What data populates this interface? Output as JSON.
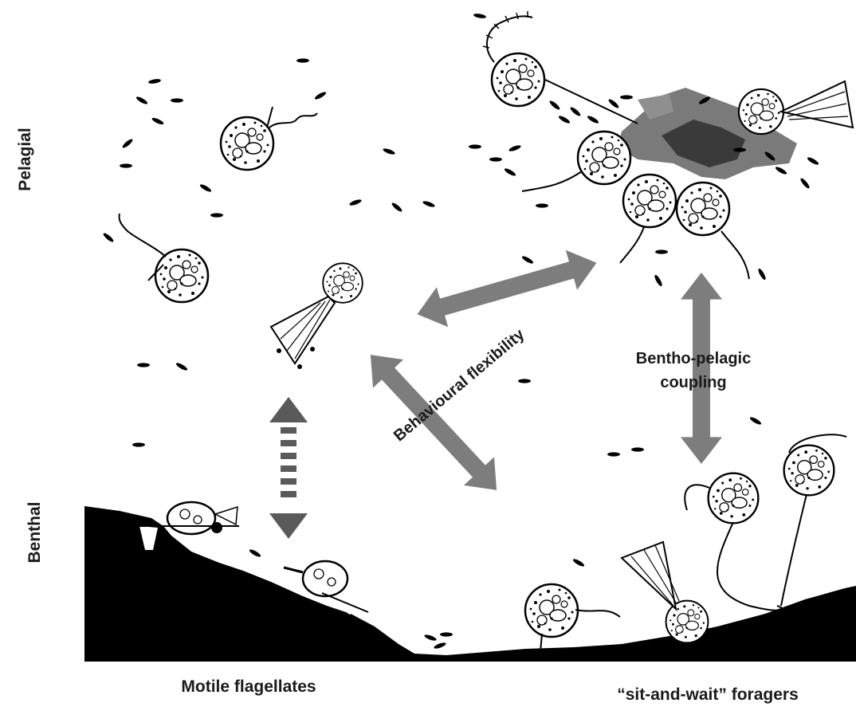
{
  "zones": {
    "pelagial": "Pelagial",
    "benthal": "Benthal"
  },
  "arrows": {
    "behavioural": "Behavioural flexibility",
    "coupling_line1": "Bentho-pelagic",
    "coupling_line2": "coupling"
  },
  "groups": {
    "motile": "Motile flagellates",
    "sit_and_wait": "“sit-and-wait” foragers"
  },
  "colors": {
    "arrow": "#7d7d7d",
    "arrow_dark": "#5a5a5a",
    "seafloor": "#000000",
    "aggregate": "#6b6b6b",
    "aggregate_dark": "#333333"
  }
}
